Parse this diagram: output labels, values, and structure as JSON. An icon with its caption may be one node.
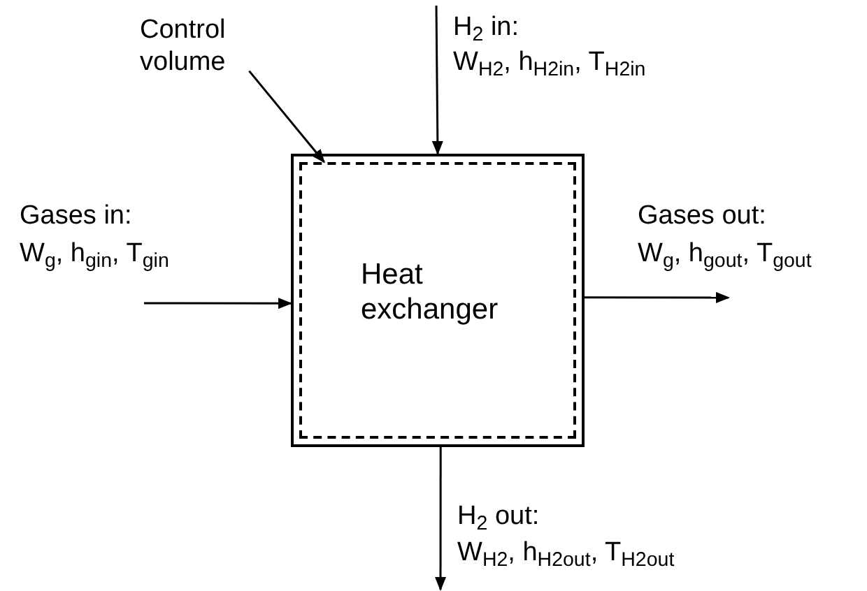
{
  "diagram": {
    "nodes": [
      {
        "text": [],
        "shape": "box"
      },
      {
        "text": [
          "Heat exchanger"
        ],
        "in": 0
      },
      {
        "text": [
          "Control volume"
        ]
      }
    ],
    "edges": [
      {
        "from": 2,
        "to": 1,
        "arrow": "to"
      },
      {
        "from": null,
        "to": 0,
        "arrow": "to"
      },
      {
        "from": null,
        "to": 0,
        "arrow": "to"
      },
      {
        "from": 0,
        "to": null,
        "arrow": "to"
      },
      {
        "from": 0,
        "to": null,
        "arrow": "to"
      }
    ],
    "labels": [
      "H$_{2}$ in:",
      "W$_{H2}$, h$_{H2in}$, T$_{H2in}$",
      "Gases in:",
      "W$_{g}$, h$_{gin}$, T$_{gin}$",
      "Gases out:",
      "W$_{g}$, h$_{gout}$, T$_{gout}$",
      "H$_{2}$ out:",
      "W$_{H2}$, h$_{H2out}$, T$_{H2out}$"
    ]
  }
}
